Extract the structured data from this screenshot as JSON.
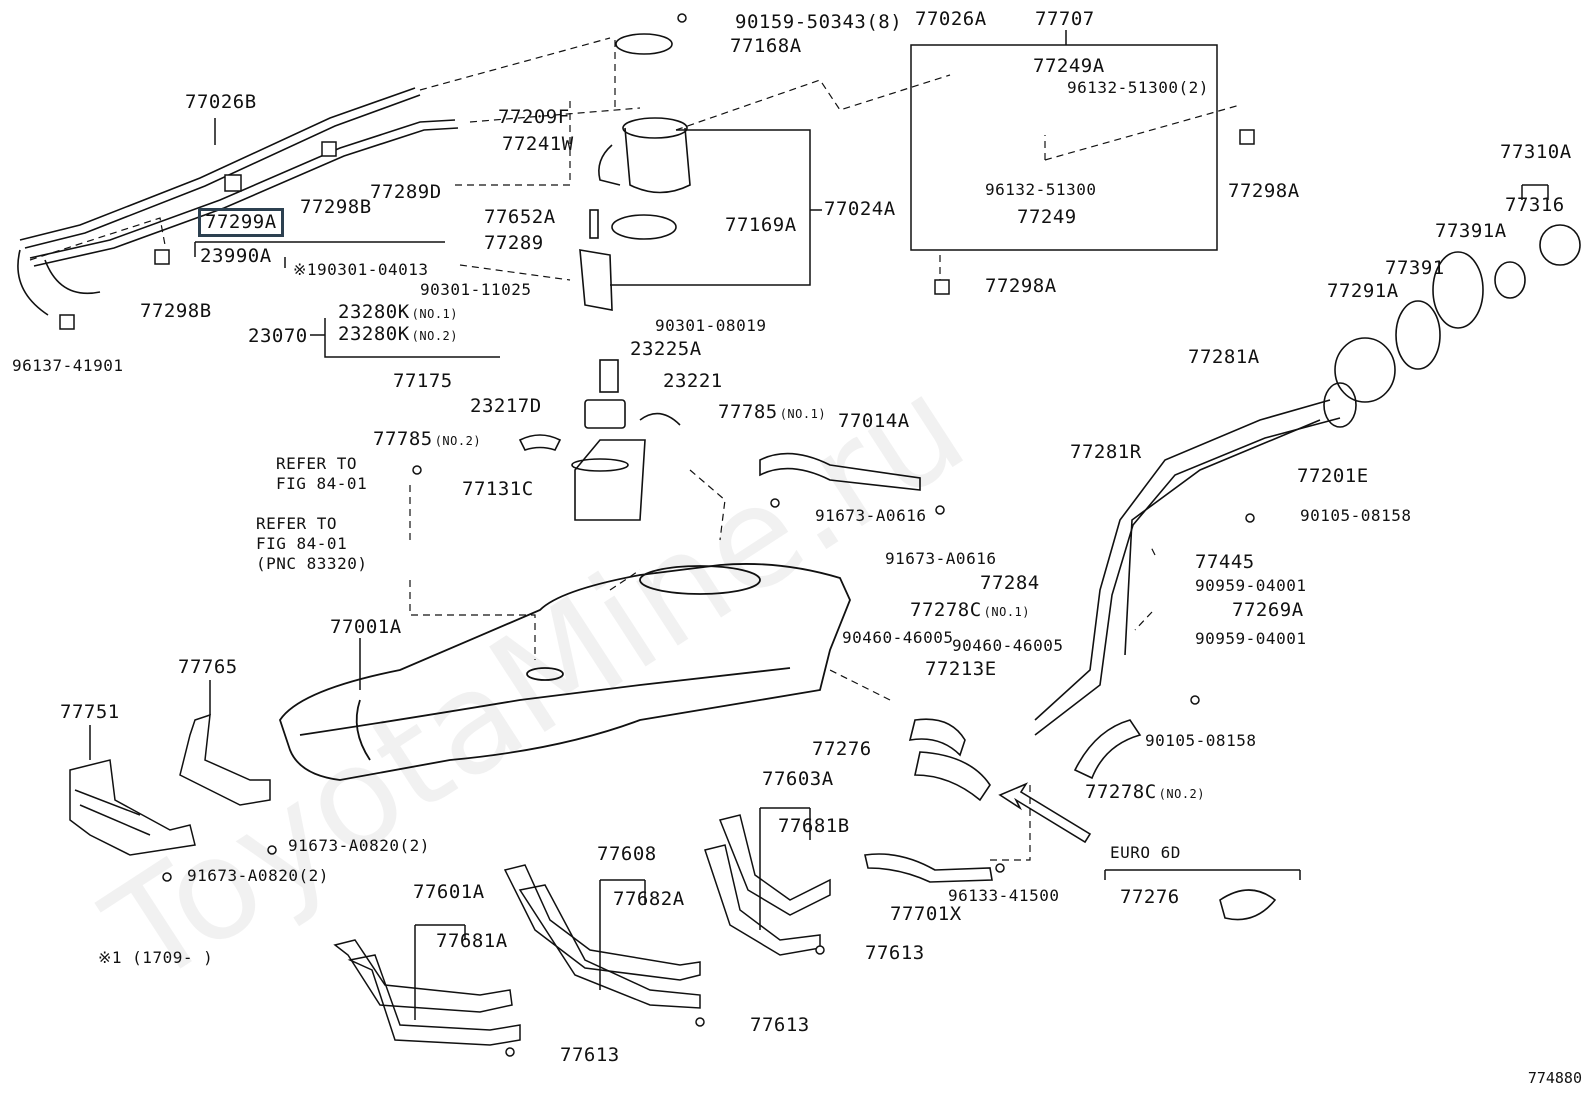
{
  "watermark": "ToyotaMine.ru",
  "figure_number": "774880",
  "note": "※1 (1709-      )",
  "euro_label": "EURO 6D",
  "labels": {
    "l77026A": "77026A",
    "l90159": "90159-50343(8)",
    "l77707": "77707",
    "l77168A": "77168A",
    "l77249A": "77249A",
    "l96132_2": "96132-51300(2)",
    "l77026B": "77026B",
    "l77209F": "77209F",
    "l77241W": "77241W",
    "l77298B_1": "77298B",
    "l77289D": "77289D",
    "l77299A": "77299A",
    "l23990A": "23990A",
    "l90301_04013": "※190301-04013",
    "l77298B_2": "77298B",
    "l96137": "96137-41901",
    "l77652A": "77652A",
    "l77289": "77289",
    "l77169A": "77169A",
    "l77024A": "77024A",
    "l96132_1": "96132-51300",
    "l77249": "77249",
    "l77298A_1": "77298A",
    "l77298A_2": "77298A",
    "l77310A": "77310A",
    "l77316": "77316",
    "l77391A": "77391A",
    "l77391": "77391",
    "l77291A": "77291A",
    "l90301_11025": "90301-11025",
    "l23280K_1": "23280K",
    "l23280K_1_sub": "(NO.1)",
    "l23070": "23070",
    "l23280K_2": "23280K",
    "l23280K_2_sub": "(NO.2)",
    "l90301_08019": "90301-08019",
    "l23225A": "23225A",
    "l77175": "77175",
    "l23221": "23221",
    "l23217D": "23217D",
    "l77785_1": "77785",
    "l77785_1_sub": "(NO.1)",
    "l77785_2": "77785",
    "l77785_2_sub": "(NO.2)",
    "l77014A": "77014A",
    "l77281A": "77281A",
    "l77201E": "77201E",
    "l77281R": "77281R",
    "refer1_a": "REFER TO",
    "refer1_b": "FIG 84-01",
    "l77131C": "77131C",
    "l91673_A0616_1": "91673-A0616",
    "l90105_08158_1": "90105-08158",
    "refer2_a": "REFER TO",
    "refer2_b": "FIG 84-01",
    "refer2_c": "(PNC 83320)",
    "l91673_A0616_2": "91673-A0616",
    "l77445": "77445",
    "l90959_1": "90959-04001",
    "l77284": "77284",
    "l77278C_1": "77278C",
    "l77278C_1_sub": "(NO.1)",
    "l77269A": "77269A",
    "l90460_1": "90460-46005",
    "l90959_2": "90959-04001",
    "l77001A": "77001A",
    "l90460_2": "90460-46005",
    "l77213E": "77213E",
    "l77765": "77765",
    "l77751": "77751",
    "l90105_08158_2": "90105-08158",
    "l77276_1": "77276",
    "l77603A": "77603A",
    "l77278C_2": "77278C",
    "l77278C_2_sub": "(NO.2)",
    "l77681B": "77681B",
    "l91673_A0820_1": "91673-A0820(2)",
    "l91673_A0820_2": "91673-A0820(2)",
    "l77608": "77608",
    "l96133": "96133-41500",
    "l77276_2": "77276",
    "l77701X": "77701X",
    "l77682A": "77682A",
    "l77601A": "77601A",
    "l77681A": "77681A",
    "l77613_1": "77613",
    "l77613_2": "77613",
    "l77613_3": "77613"
  }
}
